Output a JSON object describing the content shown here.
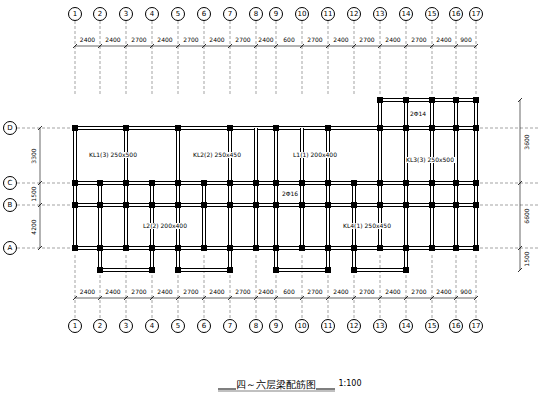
{
  "diagram": {
    "title": "四～六层梁配筋图",
    "nodes": [
      {
        "text": [
          "1"
        ]
      },
      {
        "text": [
          "2"
        ]
      },
      {
        "text": [
          "3"
        ]
      },
      {
        "text": [
          "4"
        ]
      },
      {
        "text": [
          "5"
        ]
      },
      {
        "text": [
          "6"
        ]
      },
      {
        "text": [
          "7"
        ]
      },
      {
        "text": [
          "8"
        ]
      },
      {
        "text": [
          "9"
        ]
      },
      {
        "text": [
          "10"
        ]
      },
      {
        "text": [
          "11"
        ]
      },
      {
        "text": [
          "12"
        ]
      },
      {
        "text": [
          "13"
        ]
      },
      {
        "text": [
          "14"
        ]
      },
      {
        "text": [
          "15"
        ]
      },
      {
        "text": [
          "16"
        ]
      },
      {
        "text": [
          "17"
        ]
      },
      {
        "text": [
          "D"
        ]
      },
      {
        "text": [
          "C"
        ]
      },
      {
        "text": [
          "B"
        ]
      },
      {
        "text": [
          "A"
        ]
      },
      {
        "text": [
          "1"
        ]
      },
      {
        "text": [
          "2"
        ]
      },
      {
        "text": [
          "3"
        ]
      },
      {
        "text": [
          "4"
        ]
      },
      {
        "text": [
          "5"
        ]
      },
      {
        "text": [
          "6"
        ]
      },
      {
        "text": [
          "7"
        ]
      },
      {
        "text": [
          "8"
        ]
      },
      {
        "text": [
          "9"
        ]
      },
      {
        "text": [
          "10"
        ]
      },
      {
        "text": [
          "11"
        ]
      },
      {
        "text": [
          "12"
        ]
      },
      {
        "text": [
          "13"
        ]
      },
      {
        "text": [
          "14"
        ]
      },
      {
        "text": [
          "15"
        ]
      },
      {
        "text": [
          "16"
        ]
      },
      {
        "text": [
          "17"
        ]
      }
    ],
    "labels": [
      "2400",
      "2400",
      "2700",
      "2400",
      "2700",
      "2400",
      "2700",
      "2400",
      "600",
      "2700",
      "2400",
      "2700",
      "2400",
      "2700",
      "2400",
      "900",
      "2400",
      "2400",
      "2700",
      "2400",
      "2700",
      "2400",
      "2700",
      "2400",
      "600",
      "2700",
      "2400",
      "2700",
      "2400",
      "2700",
      "2400",
      "900",
      "3300",
      "1500",
      "4200",
      "3600",
      "6600",
      "1500",
      "KL1(3) 250x500",
      "KL2(2) 250x450",
      "L1(1) 200x400",
      "KL3(3) 250x500",
      "L2(2) 200x400",
      "KL4(1) 250x450",
      "2Φ14",
      "2Φ16",
      "1:100"
    ]
  }
}
